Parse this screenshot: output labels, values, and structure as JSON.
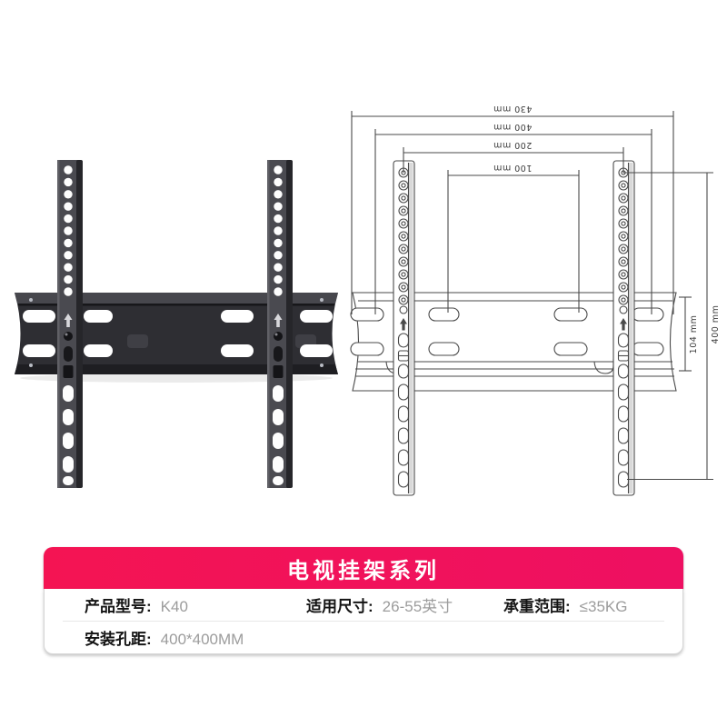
{
  "header": {
    "title": "电视挂架系列"
  },
  "specs": {
    "row1": [
      {
        "label": "产品型号:",
        "value": "K40"
      },
      {
        "label": "适用尺寸:",
        "value": "26-55英寸"
      },
      {
        "label": "承重范围:",
        "value": "≤35KG"
      }
    ],
    "row2": [
      {
        "label": "安装孔距:",
        "value": "400*400MM"
      }
    ]
  },
  "diagram": {
    "dim_430": "430 mm",
    "dim_400": "400 mm",
    "dim_200": "200 mm",
    "dim_100": "100 mm",
    "dim_v104": "104 mm",
    "dim_v400": "400 mm"
  },
  "colors": {
    "accent_left": "#f41453",
    "accent_right": "#ee1062",
    "bracket_dark": "#2e2e33",
    "drawing_line": "#4a4a4a"
  }
}
